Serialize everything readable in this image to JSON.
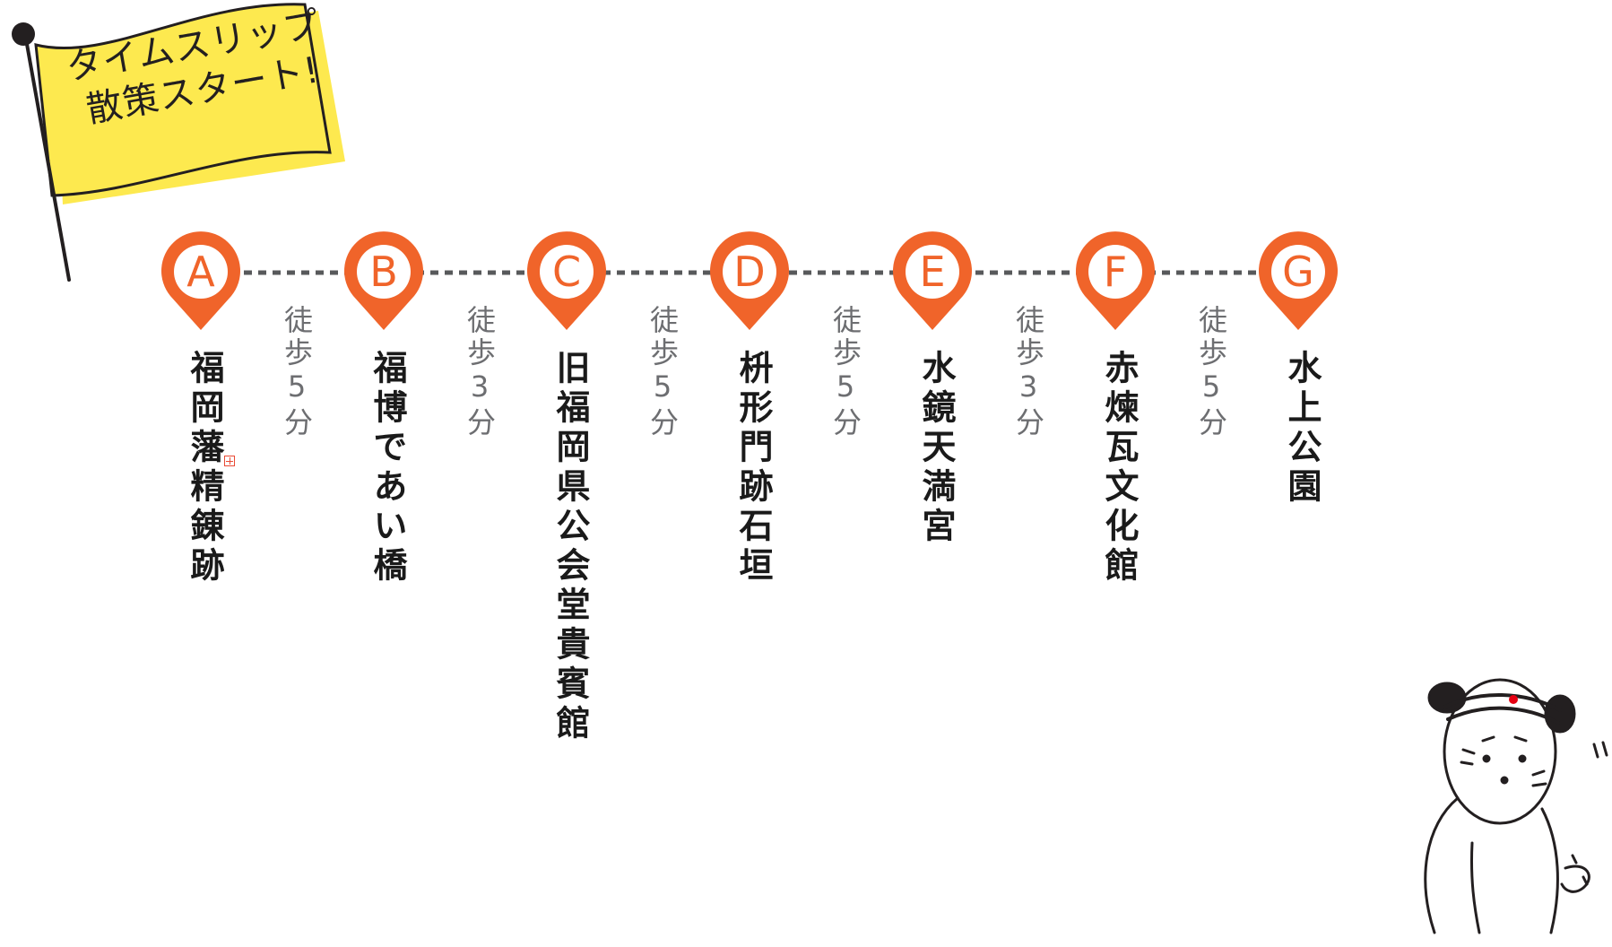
{
  "flag": {
    "line1": "タイムスリップ",
    "line2": "散策スタート!",
    "color": "#fde94f"
  },
  "route": {
    "accent_color": "#f0642a",
    "line_color": "#58595b",
    "stops": [
      {
        "letter": "A",
        "name": "福岡藩精錬跡"
      },
      {
        "letter": "B",
        "name": "福博であい橋"
      },
      {
        "letter": "C",
        "name": "旧福岡県公会堂貴賓館"
      },
      {
        "letter": "D",
        "name": "枡形門跡石垣"
      },
      {
        "letter": "E",
        "name": "水鏡天満宮"
      },
      {
        "letter": "F",
        "name": "赤煉瓦文化館"
      },
      {
        "letter": "G",
        "name": "水上公園"
      }
    ],
    "walks": [
      "徒歩5分",
      "徒歩3分",
      "徒歩5分",
      "徒歩5分",
      "徒歩3分",
      "徒歩5分"
    ]
  }
}
